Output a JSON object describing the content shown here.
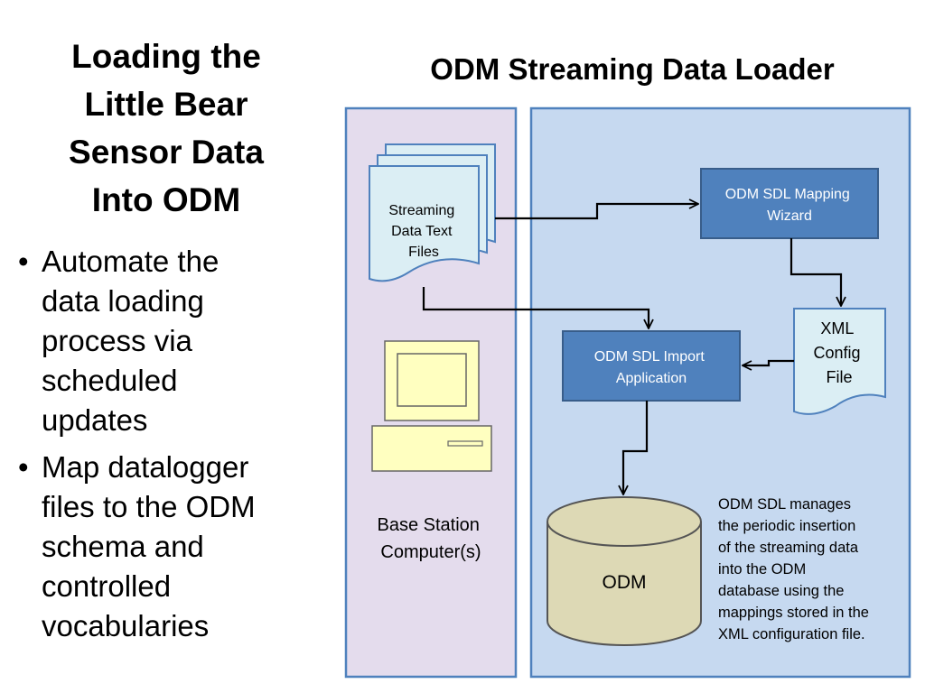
{
  "slide": {
    "title_lines": [
      "Loading the",
      "Little Bear",
      "Sensor Data",
      "Into ODM"
    ],
    "bullets": [
      {
        "lines": [
          "Automate the",
          "data loading",
          "process via",
          "scheduled",
          "updates"
        ]
      },
      {
        "lines": [
          "Map datalogger",
          "files to the ODM",
          "schema and",
          "controlled",
          "vocabularies"
        ]
      }
    ]
  },
  "diagram": {
    "title": "ODM Streaming Data Loader",
    "colors": {
      "left_panel_fill": "#e4dced",
      "right_panel_fill": "#c6d9f0",
      "panel_border": "#4f81bd",
      "box_fill": "#4f81bd",
      "box_border": "#385d8a",
      "document_fill": "#dbeef4",
      "computer_fill": "#ffffc0",
      "database_fill": "#ddd9b5"
    },
    "nodes": {
      "text_files": {
        "lines": [
          "Streaming",
          "Data Text",
          "Files"
        ],
        "icon": "document-stack-icon"
      },
      "mapping_wizard": {
        "lines": [
          "ODM SDL Mapping",
          "Wizard"
        ]
      },
      "xml_config": {
        "lines": [
          "XML",
          "Config",
          "File"
        ],
        "icon": "document-icon"
      },
      "import_app": {
        "lines": [
          "ODM SDL Import",
          "Application"
        ]
      },
      "odm_db": {
        "label": "ODM",
        "icon": "database-cylinder-icon"
      },
      "computer": {
        "icon": "desktop-computer-icon"
      },
      "base_station": {
        "lines": [
          "Base Station",
          "Computer(s)"
        ]
      }
    },
    "annotation_lines": [
      "ODM SDL manages",
      "the periodic insertion",
      "of the streaming data",
      "into the ODM",
      "database using the",
      "mappings stored in the",
      "XML configuration file."
    ]
  }
}
